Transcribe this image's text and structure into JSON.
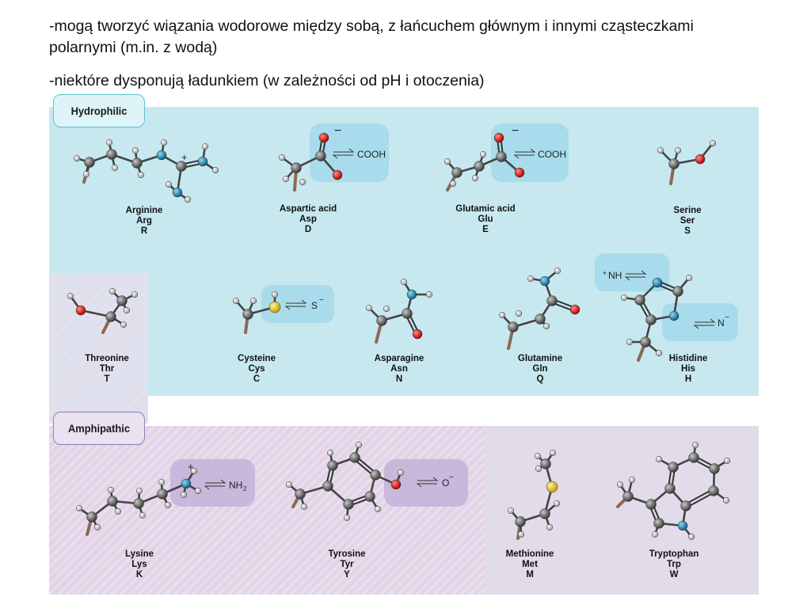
{
  "bullets": [
    "-mogą tworzyć wiązania wodorowe między sobą, z łańcuchem głównym i innymi cząsteczkami polarnymi (m.in. z wodą)",
    "-niektóre dysponują ładunkiem (w zależności od pH i otoczenia)"
  ],
  "groups": {
    "hydrophilic": {
      "label": "Hydrophilic",
      "color": "#c7e8ef",
      "border": "#5bbcd0"
    },
    "amphipathic": {
      "label": "Amphipathic",
      "color": "#e1dbea",
      "border": "#8a7ab0"
    }
  },
  "amino_acids": [
    {
      "name": "Arginine",
      "three": "Arg",
      "one": "R"
    },
    {
      "name": "Aspartic acid",
      "three": "Asp",
      "one": "D"
    },
    {
      "name": "Glutamic acid",
      "three": "Glu",
      "one": "E"
    },
    {
      "name": "Serine",
      "three": "Ser",
      "one": "S"
    },
    {
      "name": "Threonine",
      "three": "Thr",
      "one": "T"
    },
    {
      "name": "Cysteine",
      "three": "Cys",
      "one": "C"
    },
    {
      "name": "Asparagine",
      "three": "Asn",
      "one": "N"
    },
    {
      "name": "Glutamine",
      "three": "Gln",
      "one": "Q"
    },
    {
      "name": "Histidine",
      "three": "His",
      "one": "H"
    },
    {
      "name": "Lysine",
      "three": "Lys",
      "one": "K"
    },
    {
      "name": "Tyrosine",
      "three": "Tyr",
      "one": "Y"
    },
    {
      "name": "Methionine",
      "three": "Met",
      "one": "M"
    },
    {
      "name": "Tryptophan",
      "three": "Trp",
      "one": "W"
    }
  ],
  "charge_labels": {
    "minus": "−",
    "plus": "+",
    "cooh": "COOH",
    "s_minus": "S",
    "nh_plus": "NH",
    "n_minus": "N",
    "nh2": "NH",
    "nh2_sub": "2",
    "o_minus": "O"
  },
  "atom_colors": {
    "carbon": "#555555",
    "hydrogen": "#dcdcdc",
    "oxygen": "#e0161a",
    "nitrogen": "#1a8bb8",
    "sulfur": "#f2d21a",
    "stub": "#8a6a55"
  }
}
